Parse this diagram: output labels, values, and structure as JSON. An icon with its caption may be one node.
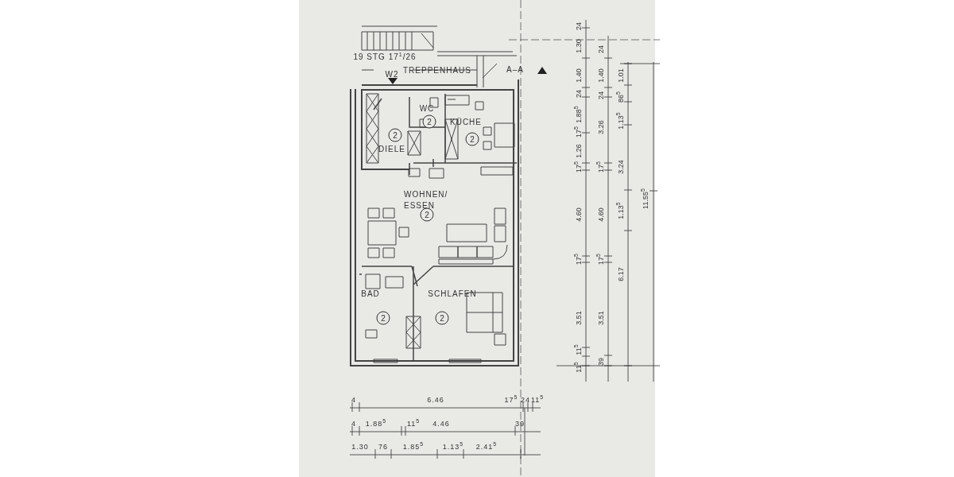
{
  "diagram": {
    "labels": [
      "19 STG 17$^{1}$/26",
      "W2",
      "TREPPENHAUS",
      "A–A",
      "WC",
      "2",
      "KÜCHE",
      "2",
      "2",
      "DIELE",
      "WOHNEN/ ESSEN",
      "2",
      "BAD",
      "SCHLAFEN",
      "2",
      "2",
      "24",
      "1.30",
      "1.40",
      "24",
      "1.88$^{5}$",
      "17$^{5}$",
      "1.26",
      "17$^{5}$",
      "4.60",
      "17$^{5}$",
      "3.51",
      "11$^{5}$",
      "11$^{5}$",
      "24",
      "1.40",
      "24",
      "3.26",
      "17$^{5}$",
      "4.60",
      "17$^{5}$",
      "3.51",
      "39",
      "1.01",
      "86$^{5}$",
      "1.13$^{5}$",
      "3.24",
      "1.13$^{5}$",
      "6.17",
      "11.55$^{5}$",
      "4",
      "6.46",
      "17$^{5}$",
      "24",
      "11$^{5}$",
      "4",
      "1.88$^{5}$",
      "11$^{5}$",
      "4.46",
      "39",
      "1.30",
      "76",
      "1.85$^{5}$",
      "1.13$^{5}$",
      "2.41$^{5}$"
    ]
  }
}
